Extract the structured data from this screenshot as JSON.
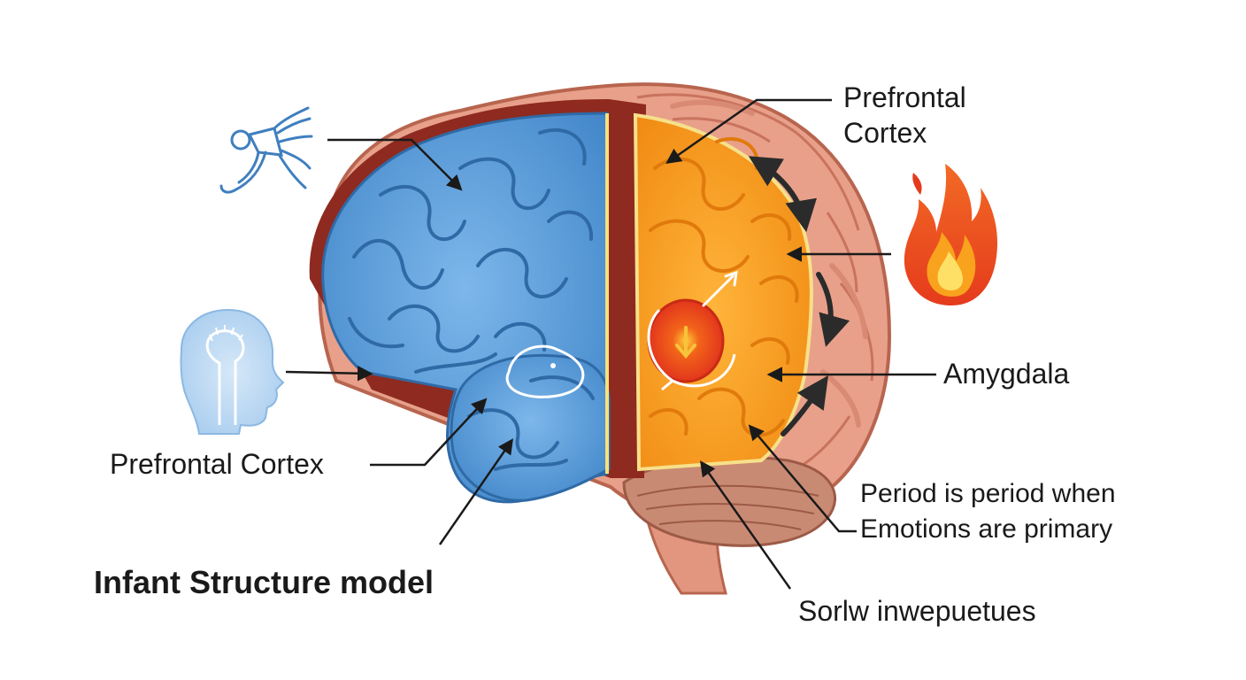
{
  "labels": {
    "prefrontal_top": [
      "Prefrontal",
      "Cortex"
    ],
    "amygdala": "Amygdala",
    "prefrontal_left": "Prefrontal Cortex",
    "title": "Infant Structure model",
    "note": [
      "Period is period when",
      "Emotions are primary"
    ],
    "bottom": "Sorlw inwepuetues"
  },
  "icons": [
    "ear-cochlea-icon",
    "head-silhouette-icon",
    "flame-icon"
  ],
  "colors": {
    "left_hemisphere": "#5b9bd5",
    "right_core": "#f7a21b",
    "outer_tissue": "#e8a08a",
    "amygdala_hot": "#e2361c",
    "line": "#1a1a1a"
  }
}
